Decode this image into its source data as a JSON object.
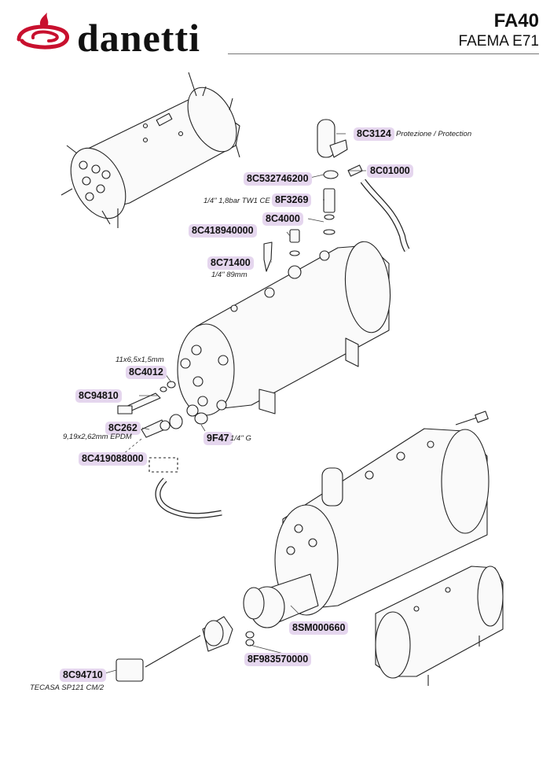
{
  "header": {
    "brand": "danetti",
    "model_code": "FA40",
    "model_name": "FAEMA E71"
  },
  "parts": [
    {
      "code": "8C3124",
      "note": "Protezione / Protection"
    },
    {
      "code": "8C01000"
    },
    {
      "code": "8C532746200"
    },
    {
      "code": "8F3269",
      "note": "1/4\" 1,8bar TW1 CE"
    },
    {
      "code": "8C4000"
    },
    {
      "code": "8C418940000"
    },
    {
      "code": "8C71400",
      "note": "1/4\" 89mm"
    },
    {
      "code": "8C4012",
      "note": "11x6,5x1,5mm"
    },
    {
      "code": "8C94810"
    },
    {
      "code": "8C262",
      "note": "9,19x2,62mm EPDM"
    },
    {
      "code": "9F47",
      "note": "1/4'' G"
    },
    {
      "code": "8C419088000"
    },
    {
      "code": "8SM000660"
    },
    {
      "code": "8F983570000"
    },
    {
      "code": "8C94710",
      "note": "TECASA SP121 CM/2"
    }
  ],
  "colors": {
    "tag_background": "#e5d6ee",
    "brand_red": "#c8102e",
    "line": "#222222"
  }
}
